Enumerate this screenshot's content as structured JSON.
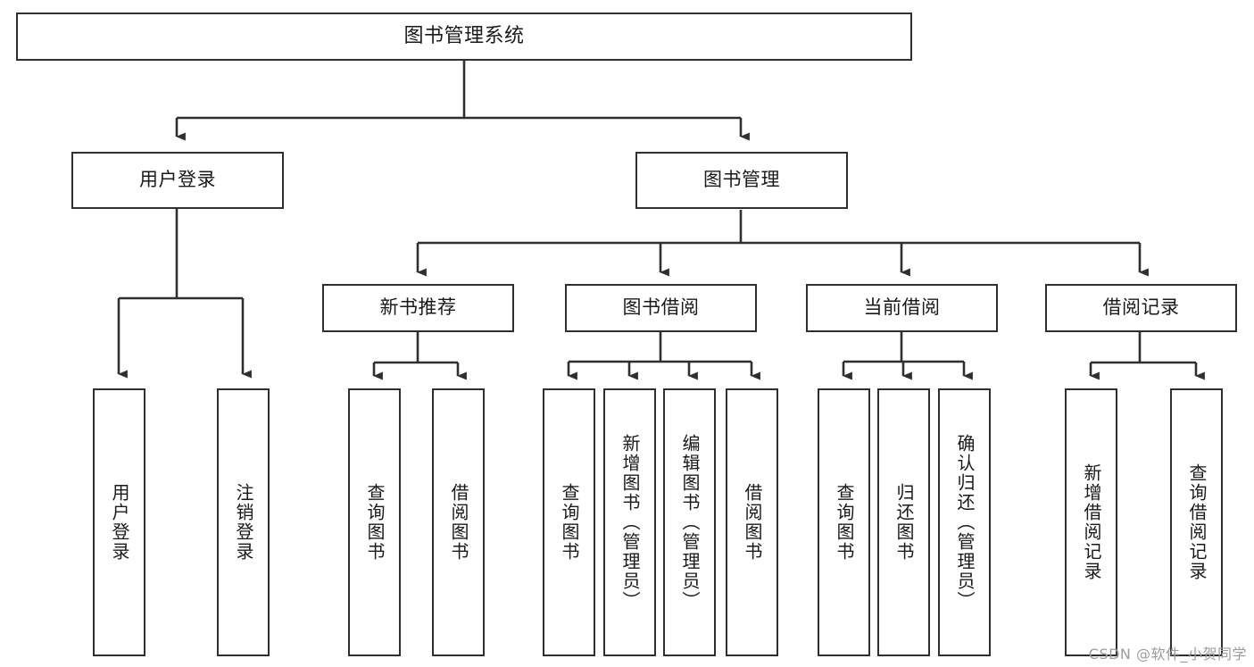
{
  "diagram": {
    "type": "tree-hierarchy",
    "title": "图书管理系统",
    "watermark": "CSDN @软件_小贺同学",
    "colors": {
      "border": "#2f2f2f",
      "fill": "#ffffff",
      "text": "#1a1a1a",
      "connector": "#2f2f2f",
      "watermark": "#9c9c9c"
    },
    "root": {
      "label": "图书管理系统"
    },
    "level2": [
      {
        "id": "user-login",
        "label": "用户登录"
      },
      {
        "id": "book-management",
        "label": "图书管理"
      }
    ],
    "level3": [
      {
        "id": "new-book-recommend",
        "label": "新书推荐",
        "parent": "book-management"
      },
      {
        "id": "book-borrow",
        "label": "图书借阅",
        "parent": "book-management"
      },
      {
        "id": "current-borrow",
        "label": "当前借阅",
        "parent": "book-management"
      },
      {
        "id": "borrow-records",
        "label": "借阅记录",
        "parent": "book-management"
      }
    ],
    "leaves": {
      "user_login": [
        {
          "id": "leaf-user-login",
          "label": "用户登录"
        },
        {
          "id": "leaf-logout",
          "label": "注销登录"
        }
      ],
      "new_book_recommend": [
        {
          "id": "leaf-query-books-1",
          "label": "查询图书"
        },
        {
          "id": "leaf-borrow-books-1",
          "label": "借阅图书"
        }
      ],
      "book_borrow": [
        {
          "id": "leaf-query-books-2",
          "label": "查询图书"
        },
        {
          "id": "leaf-add-book",
          "label": "新增图书（管理员）"
        },
        {
          "id": "leaf-edit-book",
          "label": "编辑图书（管理员）"
        },
        {
          "id": "leaf-borrow-books-2",
          "label": "借阅图书"
        }
      ],
      "current_borrow": [
        {
          "id": "leaf-query-books-3",
          "label": "查询图书"
        },
        {
          "id": "leaf-return-book",
          "label": "归还图书"
        },
        {
          "id": "leaf-confirm-return",
          "label": "确认归还（管理员）"
        }
      ],
      "borrow_records": [
        {
          "id": "leaf-add-record",
          "label": "新增借阅记录"
        },
        {
          "id": "leaf-query-record",
          "label": "查询借阅记录"
        }
      ]
    }
  }
}
